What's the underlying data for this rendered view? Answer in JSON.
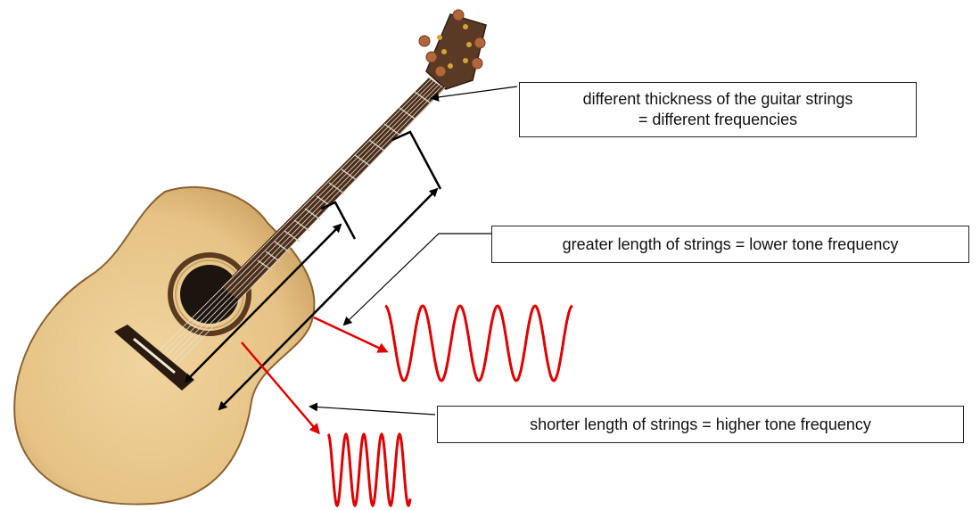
{
  "callouts": {
    "thickness": {
      "line1": "different thickness  of the guitar strings",
      "line2": "= different frequencies"
    },
    "greater_length": "greater length  of strings  = lower tone  frequency",
    "shorter_length": "shorter length  of strings = higher tone frequency"
  },
  "colors": {
    "wave": "#e00000",
    "pointer_arrow": "#e00000",
    "measure_arrow": "#000000",
    "leader_line": "#000000",
    "guitar_top": "#e7c58a",
    "guitar_neck": "#4a2e1a",
    "headstock": "#5a3a24"
  },
  "icons": [
    "guitar-image",
    "sine-wave-low-frequency",
    "sine-wave-high-frequency"
  ]
}
